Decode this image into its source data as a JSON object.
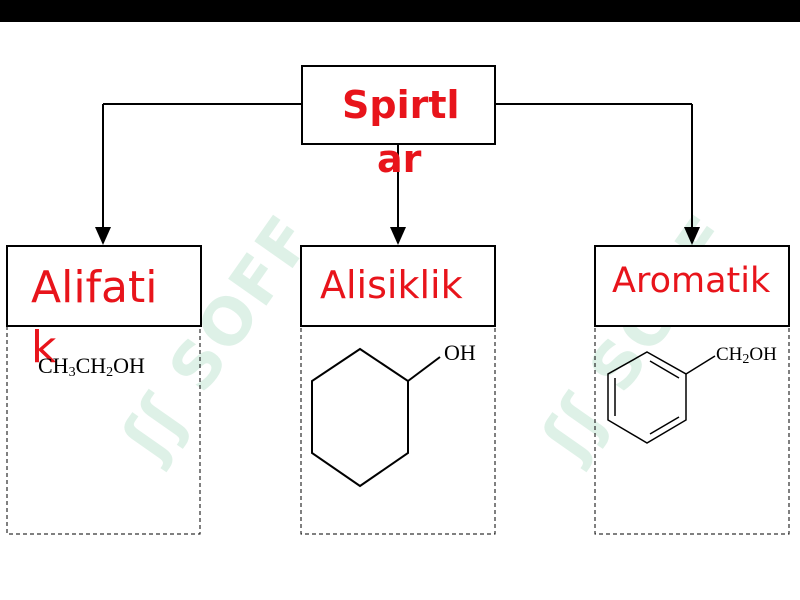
{
  "diagram": {
    "root": {
      "label_lines": [
        "Spirtl",
        "ar"
      ]
    },
    "children": [
      {
        "label_lines": [
          "Alifati",
          "k"
        ],
        "formula_parts": [
          "CH",
          "3",
          "CH",
          "2",
          "OH"
        ]
      },
      {
        "label_lines": [
          "Alisiklik"
        ],
        "formula_text": "OH"
      },
      {
        "label_lines": [
          "Aromatik"
        ],
        "formula_parts": [
          "CH",
          "2",
          "OH"
        ]
      }
    ]
  },
  "watermark": {
    "text": "SOFF",
    "logo_text": "ʃʃ"
  },
  "colors": {
    "label_red": "#e8141b",
    "line": "#000000",
    "top_bar": "#000000",
    "watermark": "#d9efe3"
  }
}
